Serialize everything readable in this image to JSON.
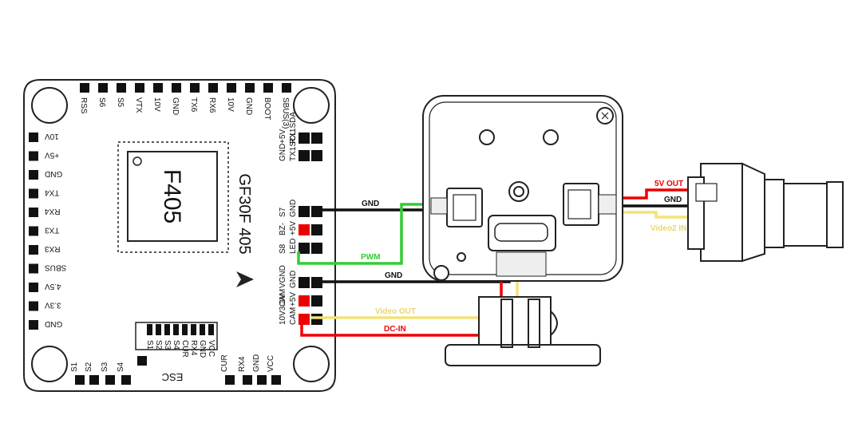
{
  "board": {
    "mcu_label": "F405",
    "board_name": "GF30F 405",
    "top_pads": [
      "RSS",
      "S6",
      "S5",
      "VTX",
      "10V",
      "GND",
      "TX6",
      "RX6",
      "10V",
      "GND",
      "BOOT",
      "SBUS(3)"
    ],
    "left_pads": [
      "10V",
      "+5V",
      "GND",
      "TX4",
      "RX4",
      "TX3",
      "RX3",
      "SBUS",
      "4.5V",
      "3.3V",
      "GND"
    ],
    "bottom_pads": [
      "S1",
      "S2",
      "S3",
      "S4",
      "CUR",
      "RX4",
      "GND",
      "VCC"
    ],
    "esc_pins": [
      "S1",
      "S2",
      "S3",
      "S4",
      "CUR",
      "RX4",
      "GND",
      "VCC"
    ],
    "esc_label": "ESC",
    "right_pads": [
      {
        "label": "RX1SDA",
        "top": "+5V",
        "fill": "#111111"
      },
      {
        "label": "TX1SCL",
        "top": "GND",
        "fill": "#111111"
      },
      {
        "label": "GND",
        "top": "S7",
        "fill": "#111111"
      },
      {
        "label": "+5V",
        "top": "BZ-",
        "fill": "#ee0000"
      },
      {
        "label": "LED",
        "top": "S8",
        "fill": "#111111"
      },
      {
        "label": "GND",
        "top": "VGND",
        "fill": "#111111"
      },
      {
        "label": "+5V",
        "top": "CAM",
        "fill": "#ee0000"
      },
      {
        "label": "CAM",
        "top": "10V3.3V",
        "fill": "#ee0000"
      }
    ]
  },
  "wires": {
    "gnd_top": "GND",
    "pwm": "PWM",
    "gnd_mid": "GND",
    "video_out": "Video OUT",
    "dc_in": "DC-IN",
    "cam_5v_out": "5V OUT",
    "cam_gnd": "GND",
    "cam_video2_in": "Video2 IN"
  },
  "colors": {
    "black": "#111111",
    "red": "#ee0000",
    "green": "#33cc33",
    "yellow": "#f2e27a",
    "outline": "#222222"
  }
}
